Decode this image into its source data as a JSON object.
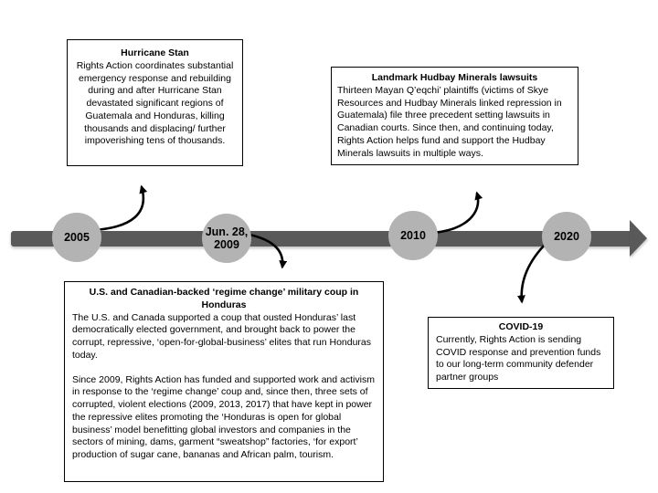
{
  "colors": {
    "background": "#ffffff",
    "bar": "#595959",
    "node": "#b3b3b3",
    "arrow": "#000000",
    "box-border": "#000000",
    "text": "#000000"
  },
  "timeline": {
    "nodes": [
      {
        "label": "2005"
      },
      {
        "label": "Jun. 28, 2009"
      },
      {
        "label": "2010"
      },
      {
        "label": "2020"
      }
    ]
  },
  "boxes": {
    "hurricane": {
      "title": "Hurricane Stan",
      "body": "Rights Action coordinates substantial emergency response and rebuilding during and after Hurricane Stan devastated significant regions of Guatemala and Honduras, killing thousands and displacing/ further impoverishing tens of thousands."
    },
    "hudbay": {
      "title": "Landmark Hudbay Minerals lawsuits",
      "body": "Thirteen Mayan Q’eqchi’ plaintiffs (victims of Skye Resources and Hudbay Minerals linked repression in Guatemala) file three precedent setting lawsuits in Canadian courts. Since then, and continuing today, Rights Action helps fund and support the Hudbay Minerals lawsuits in multiple ways."
    },
    "coup": {
      "title": "U.S. and Canadian-backed ‘regime change’ military coup in Honduras",
      "body_1": "The U.S. and Canada supported a coup that ousted Honduras’ last democratically elected government, and brought back to power the corrupt, repressive, ‘open-for-global-business’ elites that run Honduras today.",
      "body_2": "Since 2009, Rights Action has funded and supported work and activism in response to the ‘regime change’ coup and, since then, three sets of corrupted, violent elections (2009, 2013, 2017) that have kept in power the repressive elites promoting the ‘Honduras is open for global business’ model benefitting global investors and companies in the sectors of mining, dams, garment “sweatshop” factories, ‘for export’ production of sugar cane, bananas and African palm, tourism."
    },
    "covid": {
      "title": "COVID-19",
      "body": "Currently, Rights Action is sending COVID response and prevention funds to our long-term community defender partner groups"
    }
  }
}
